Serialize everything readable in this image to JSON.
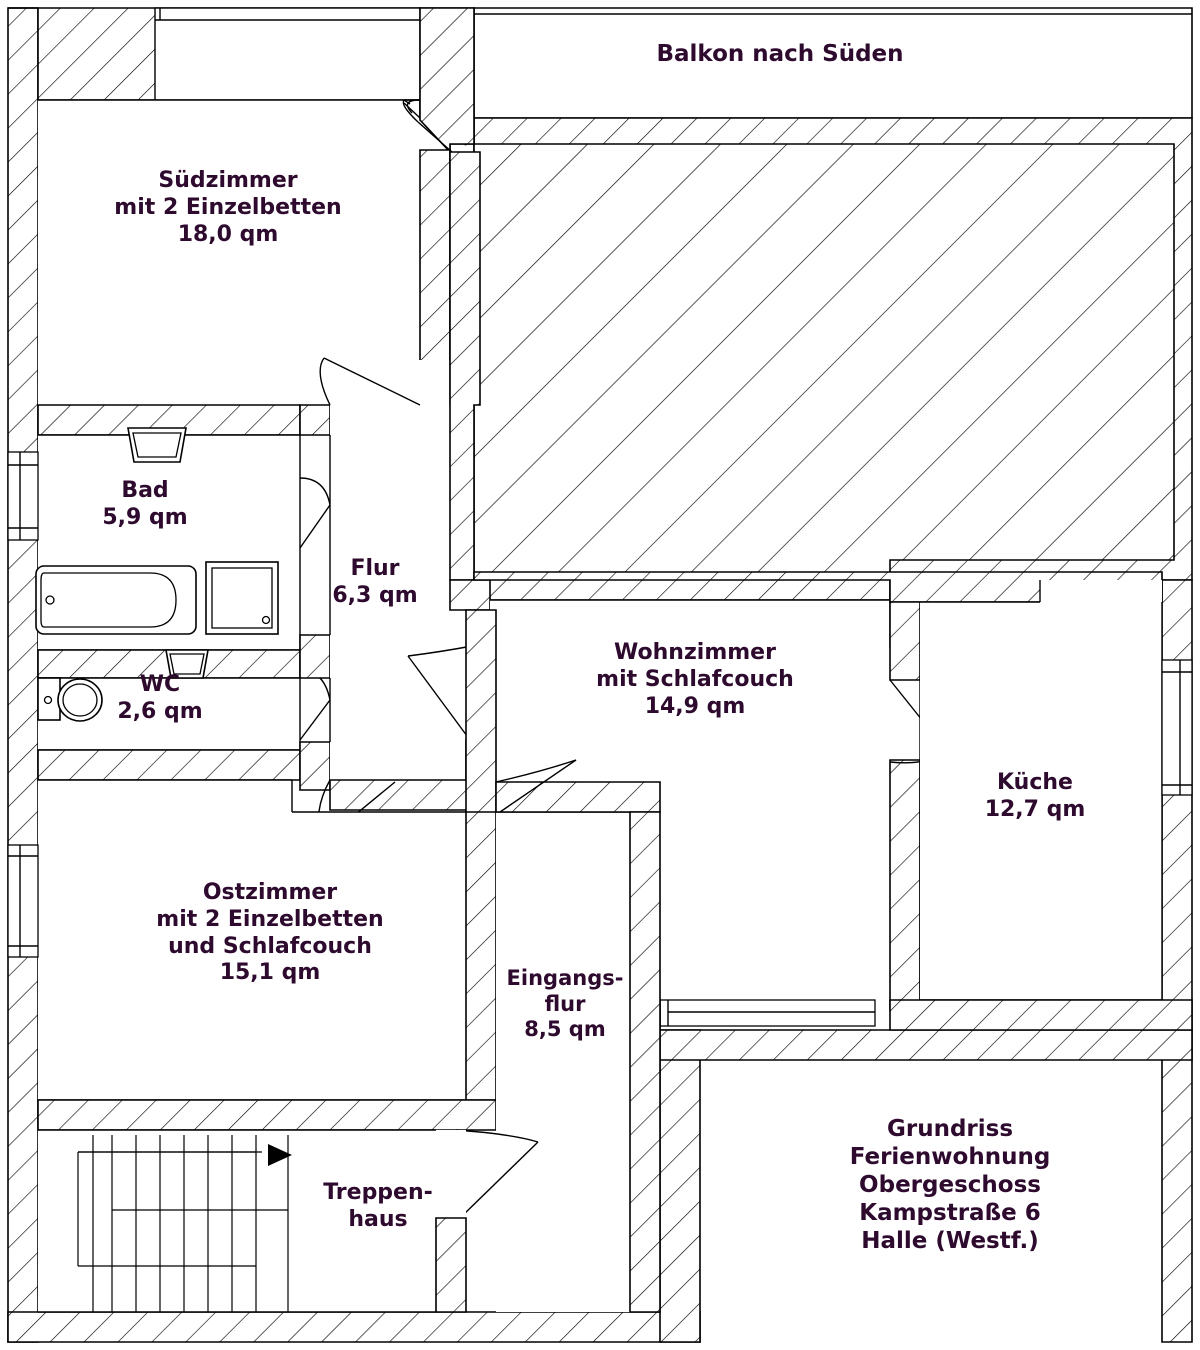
{
  "document": {
    "kind": "floor-plan",
    "text_color": "#2d0a2e",
    "line_color": "#000000",
    "background_color": "#ffffff"
  },
  "title_block": {
    "line1": "Grundriss",
    "line2": "Ferienwohnung",
    "line3": "Obergeschoss",
    "line4": "Kampstraße 6",
    "line5": "Halle (Westf.)",
    "full": "Grundriss\nFerienwohnung\nObergeschoss\nKampstraße 6\nHalle (Westf.)"
  },
  "rooms": [
    {
      "id": "balkon",
      "name": "Balkon nach Süden",
      "area": "",
      "label": "Balkon nach Süden"
    },
    {
      "id": "suedzimmer",
      "name": "Südzimmer",
      "detail": "mit 2 Einzelbetten",
      "area": "18,0 qm",
      "label": "Südzimmer\nmit 2 Einzelbetten\n18,0 qm"
    },
    {
      "id": "bad",
      "name": "Bad",
      "detail": "",
      "area": "5,9 qm",
      "label": "Bad\n5,9 qm"
    },
    {
      "id": "wc",
      "name": "WC",
      "detail": "",
      "area": "2,6 qm",
      "label": "WC\n2,6 qm"
    },
    {
      "id": "flur",
      "name": "Flur",
      "detail": "",
      "area": "6,3 qm",
      "label": "Flur\n6,3 qm"
    },
    {
      "id": "wohnzimmer",
      "name": "Wohnzimmer",
      "detail": "mit Schlafcouch",
      "area": "14,9 qm",
      "label": "Wohnzimmer\nmit Schlafcouch\n14,9 qm"
    },
    {
      "id": "kueche",
      "name": "Küche",
      "detail": "",
      "area": "12,7 qm",
      "label": "Küche\n12,7 qm"
    },
    {
      "id": "ostzimmer",
      "name": "Ostzimmer",
      "detail": "mit 2 Einzelbetten\nund Schlafcouch",
      "area": "15,1 qm",
      "label": "Ostzimmer\nmit 2 Einzelbetten\nund Schlafcouch\n15,1 qm"
    },
    {
      "id": "eingangsflur",
      "name": "Eingangs-flur",
      "detail": "",
      "area": "8,5 qm",
      "label": "Eingangs-\nflur\n8,5 qm"
    },
    {
      "id": "treppenhaus",
      "name": "Treppen-haus",
      "detail": "",
      "area": "",
      "label": "Treppen-\nhaus"
    }
  ]
}
